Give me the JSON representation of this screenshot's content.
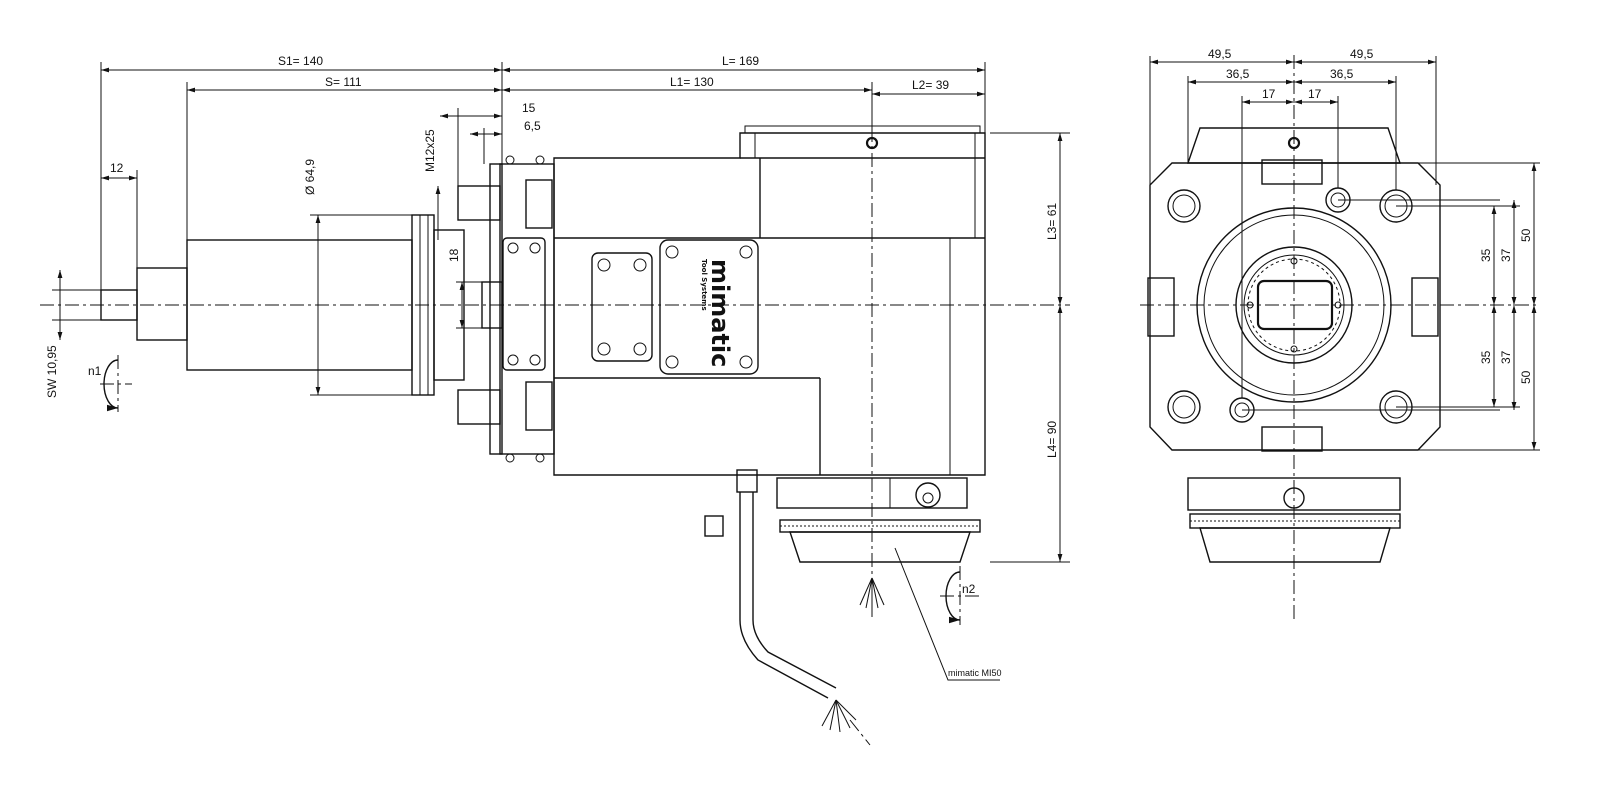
{
  "dimensions": {
    "S1": "S1=  140",
    "S": "S=  111",
    "L": "L=  169",
    "L1": "L1=  130",
    "L2": "L2=  39",
    "L3": "L3=  61",
    "L4": "L4=  90",
    "d15": "15",
    "d6_5": "6,5",
    "d12": "12",
    "m12": "M12x25",
    "dia": "Ø 64,9",
    "d18": "18",
    "sw": "SW 10,95",
    "n1": "n1",
    "n2": "n2"
  },
  "front_view": {
    "w_49_5_left": "49,5",
    "w_49_5_right": "49,5",
    "w_36_5_left": "36,5",
    "w_36_5_right": "36,5",
    "w_17_left": "17",
    "w_17_right": "17",
    "v_35_top": "35",
    "v_37_top": "37",
    "v_50_top": "50",
    "v_35_bottom": "35",
    "v_37_bottom": "37",
    "v_50_bottom": "50"
  },
  "labels": {
    "brand": "mimatic",
    "brand_sub": "Tool Systems",
    "part_callout": "mimatic MI50"
  }
}
